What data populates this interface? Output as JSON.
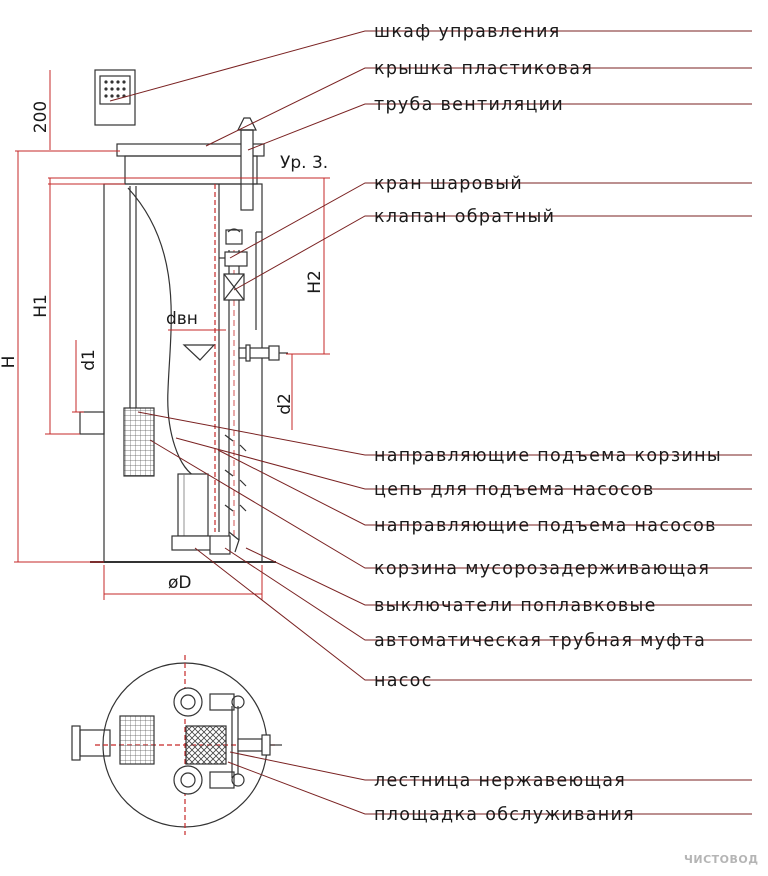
{
  "labels": {
    "control_cabinet": "шкаф управления",
    "plastic_cover": "крышка пластиковая",
    "vent_pipe": "труба вентиляции",
    "ball_valve": "кран шаровый",
    "check_valve": "клапан обратный",
    "basket_guides": "направляющие подъема корзины",
    "pump_chain": "цепь для подъема насосов",
    "pump_guides": "направляющие подъема насосов",
    "trash_basket": "корзина мусорозадерживающая",
    "float_switches": "выключатели поплавковые",
    "auto_coupling": "автоматическая трубная муфта",
    "pump": "насос",
    "ladder": "лестница нержавеющая",
    "service_platform": "площадка обслуживания"
  },
  "dimensions": {
    "d200": "200",
    "H": "H",
    "H1": "H1",
    "H2": "H2",
    "d1": "d1",
    "d2": "d2",
    "dvn": "dвн",
    "D": "øD",
    "level3": "Ур. 3."
  },
  "watermark": "ЧИСТОВОД",
  "colors": {
    "accent": "#c62828",
    "line": "#333333"
  }
}
